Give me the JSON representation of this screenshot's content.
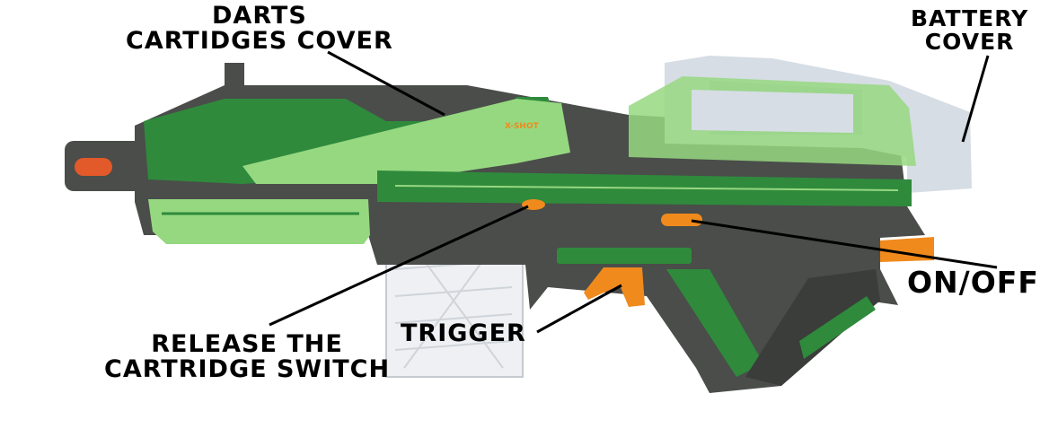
{
  "labels": {
    "darts_cover": {
      "line1": "DARTS",
      "line2": "CARTIDGES COVER"
    },
    "battery_cover": {
      "line1": "BATTERY",
      "line2": "COVER"
    },
    "on_off": "ON/OFF",
    "trigger": "TRIGGER",
    "release_switch": {
      "line1": "RELEASE THE",
      "line2": "CARTRIDGE SWITCH"
    }
  },
  "colors": {
    "body_gray": "#4a4d4a",
    "green_dark": "#2f8a3c",
    "green_light": "#96d880",
    "orange": "#f08a1c",
    "battery_silver": "#d6dde4",
    "magazine": "#eef0f3"
  }
}
